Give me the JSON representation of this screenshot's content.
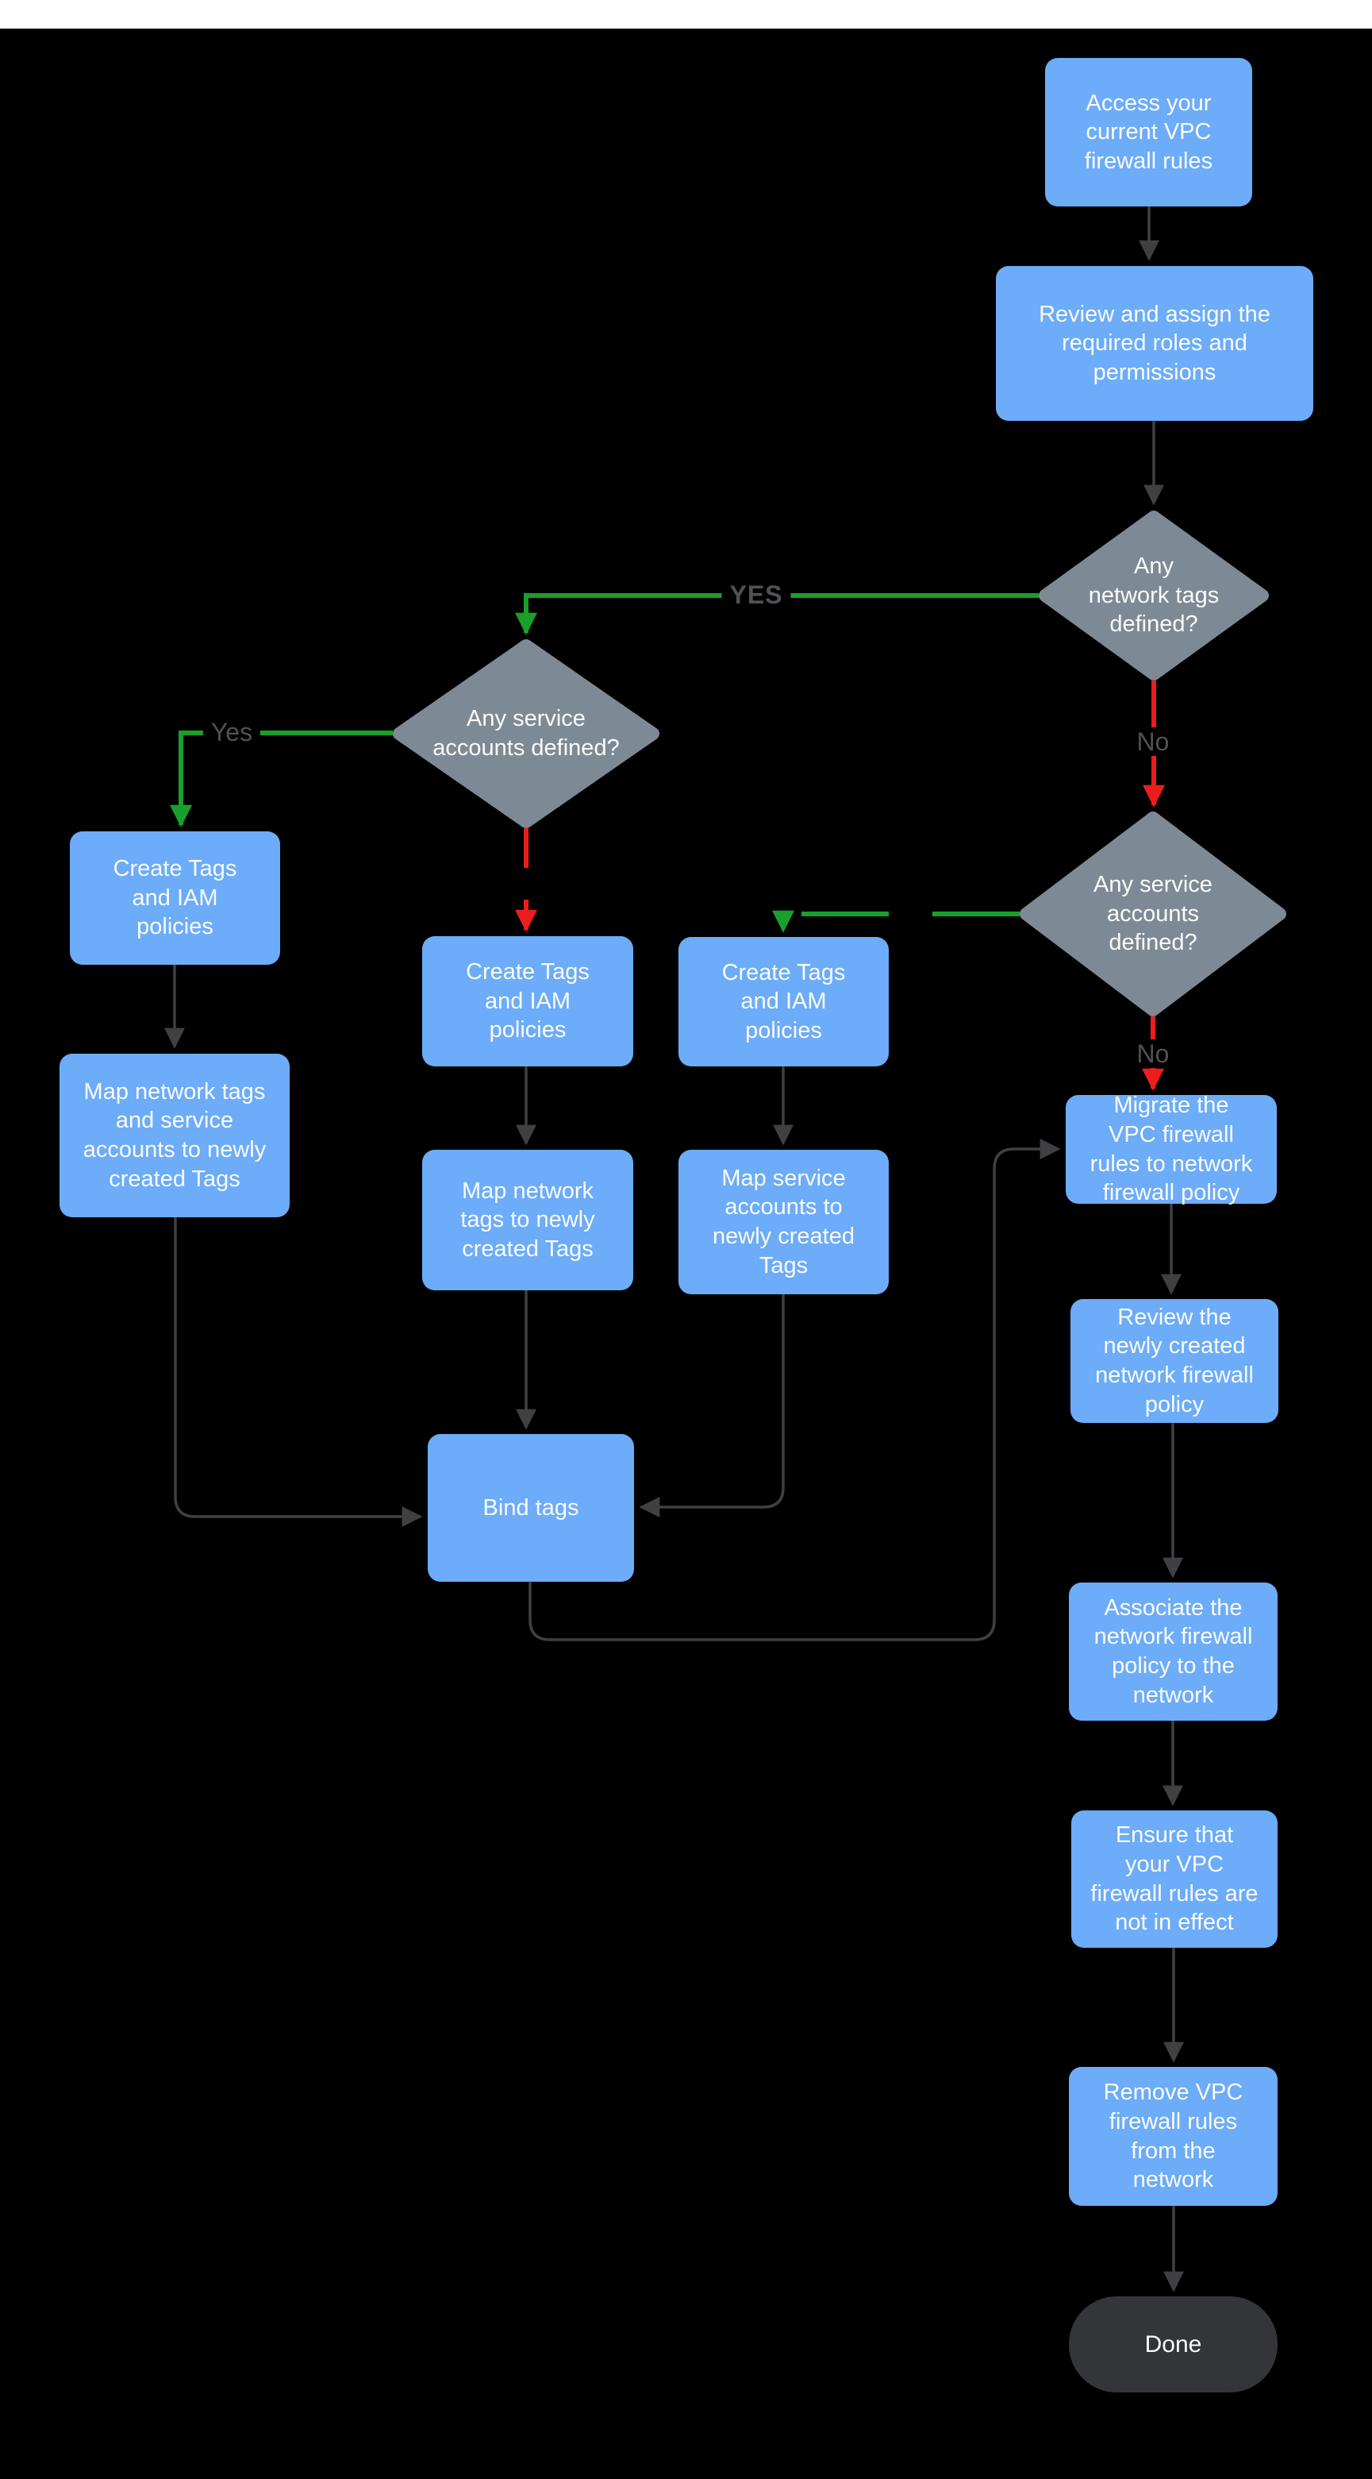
{
  "diagram": {
    "title_hint": "VPC firewall rules migration flowchart",
    "colors": {
      "background": "#000000",
      "top_strip": "#ffffff",
      "process_fill": "#6CACF8",
      "decision_fill": "#7D8A96",
      "terminal_fill": "#343539",
      "node_text": "#fbfbfb",
      "edge_gray": "#3f4042",
      "edge_green": "#18A02B",
      "edge_red": "#EB1D1D",
      "edge_label_text": "#515155"
    },
    "nodes": [
      {
        "id": "access",
        "type": "process",
        "label": "Access your\ncurrent VPC\nfirewall rules"
      },
      {
        "id": "review_roles",
        "type": "process",
        "label": "Review and assign the\nrequired roles and\npermissions"
      },
      {
        "id": "network_tags_q",
        "type": "decision",
        "label": "Any\nnetwork tags\ndefined?"
      },
      {
        "id": "service_accounts_left_q",
        "type": "decision",
        "label": "Any service\naccounts defined?"
      },
      {
        "id": "create_left",
        "type": "process",
        "label": "Create Tags\nand IAM\npolicies"
      },
      {
        "id": "map_left",
        "type": "process",
        "label": "Map network tags\nand service\naccounts to newly\ncreated Tags"
      },
      {
        "id": "create_mid",
        "type": "process",
        "label": "Create Tags\nand IAM\npolicies"
      },
      {
        "id": "map_mid",
        "type": "process",
        "label": "Map network\ntags to newly\ncreated Tags"
      },
      {
        "id": "create_right",
        "type": "process",
        "label": "Create Tags\nand IAM\npolicies"
      },
      {
        "id": "map_right",
        "type": "process",
        "label": "Map service\naccounts  to\nnewly created\nTags"
      },
      {
        "id": "service_accounts_right_q",
        "type": "decision",
        "label": "Any service\naccounts\ndefined?"
      },
      {
        "id": "migrate",
        "type": "process",
        "label": "Migrate the\nVPC firewall\nrules to network\nfirewall policy"
      },
      {
        "id": "review_policy",
        "type": "process",
        "label": "Review the\nnewly created\nnetwork firewall\npolicy"
      },
      {
        "id": "associate",
        "type": "process",
        "label": "Associate the\nnetwork firewall\npolicy to the\nnetwork"
      },
      {
        "id": "ensure",
        "type": "process",
        "label": "Ensure that\nyour VPC\nfirewall rules are\nnot in effect"
      },
      {
        "id": "remove",
        "type": "process",
        "label": "Remove  VPC\nfirewall rules\nfrom the\nnetwork"
      },
      {
        "id": "done",
        "type": "terminal",
        "label": "Done"
      },
      {
        "id": "bind_tags",
        "type": "process",
        "label": "Bind tags"
      }
    ],
    "edge_labels": {
      "yes_upper": "YES",
      "yes_left": "Yes",
      "no_top": "No",
      "no_bottom": "No"
    }
  }
}
